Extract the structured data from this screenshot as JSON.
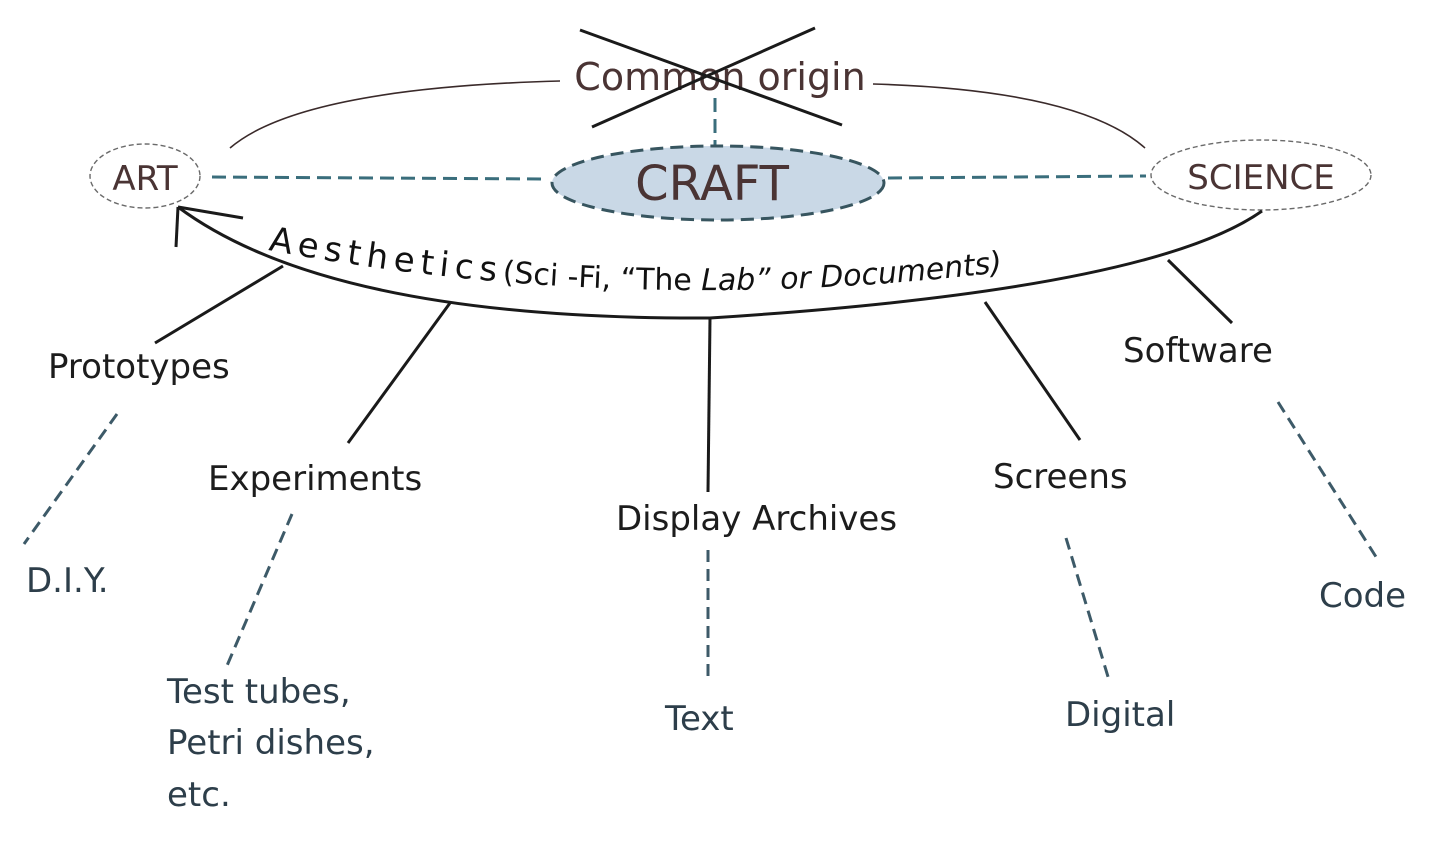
{
  "diagram": {
    "origin_label": "Common origin",
    "origin_status": "crossed-out",
    "center_node": {
      "label": "CRAFT",
      "fill": "#c9d8e6"
    },
    "left_node": {
      "label": "ART"
    },
    "right_node": {
      "label": "SCIENCE"
    },
    "arc_label": {
      "word": "Aesthetics",
      "part1": "(Sci -Fi, “The ",
      "part2": "Lab",
      "part3": "” or ",
      "part4": "Documents)"
    },
    "branches": [
      {
        "label": "Prototypes",
        "leaf": [
          "D.I.Y."
        ]
      },
      {
        "label": "Experiments",
        "leaf": [
          "Test tubes,",
          "Petri dishes,",
          "etc."
        ]
      },
      {
        "label": "Display Archives",
        "leaf": [
          "Text"
        ]
      },
      {
        "label": "Screens",
        "leaf": [
          "Digital"
        ]
      },
      {
        "label": "Software",
        "leaf": [
          "Code"
        ]
      }
    ],
    "colors": {
      "node_text": "#4a3434",
      "dash_teal": "#3a6e7c",
      "leaf_text": "#2d3e4a",
      "craft_fill": "#c9d8e6"
    }
  }
}
